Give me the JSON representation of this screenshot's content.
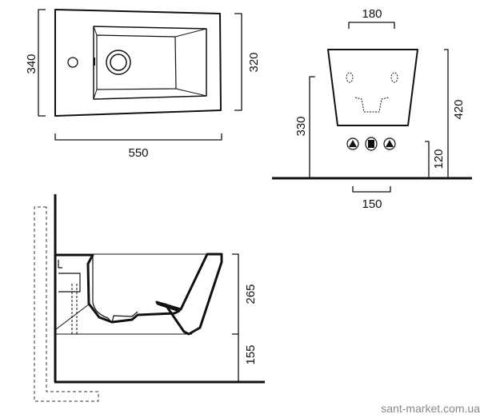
{
  "top_view": {
    "width_label": "550",
    "depth_left_label": "340",
    "depth_right_label": "320"
  },
  "front_view": {
    "top_width_label": "180",
    "bottom_width_label": "150",
    "height_left_label": "330",
    "height_right_label": "420",
    "inlet_height_label": "120"
  },
  "side_view": {
    "bowl_height_label": "265",
    "floor_clearance_label": "155"
  },
  "watermark": "sant-market.com.ua"
}
